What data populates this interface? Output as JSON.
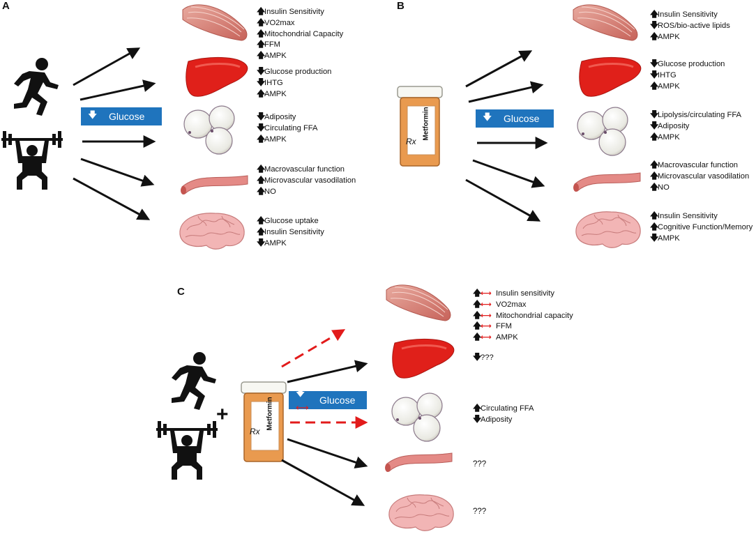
{
  "panels": {
    "A": {
      "letter": "A",
      "glucose": "Glucose",
      "organs": {
        "muscle": [
          "Insulin Sensitivity",
          "VO2max",
          "Mitochondrial Capacity",
          "FFM",
          "AMPK"
        ],
        "liver": [
          "Glucose production",
          "IHTG",
          "AMPK"
        ],
        "adipose": [
          "Adiposity",
          "Circulating FFA",
          "AMPK"
        ],
        "vessel": [
          "Macrovascular function",
          "Microvascular vasodilation",
          "NO"
        ],
        "brain": [
          "Glucose uptake",
          "Insulin Sensitivity",
          "AMPK"
        ]
      },
      "directions": {
        "muscle": [
          "up",
          "up",
          "up",
          "up",
          "up"
        ],
        "liver": [
          "down",
          "down",
          "up"
        ],
        "adipose": [
          "down",
          "down",
          "up"
        ],
        "vessel": [
          "up",
          "up",
          "up"
        ],
        "brain": [
          "up",
          "up",
          "down"
        ]
      }
    },
    "B": {
      "letter": "B",
      "glucose": "Glucose",
      "bottle_rx": "Rx",
      "bottle_label": "Metformin",
      "organs": {
        "muscle": [
          "Insulin Sensitivity",
          "ROS/bio-active lipids",
          "AMPK"
        ],
        "liver": [
          "Glucose production",
          "IHTG",
          "AMPK"
        ],
        "adipose": [
          "Lipolysis/circulating FFA",
          "Adiposity",
          "AMPK"
        ],
        "vessel": [
          "Macrovascular function",
          "Microvascular vasodilation",
          "NO"
        ],
        "brain": [
          "Insulin Sensitivity",
          "Cognitive Function/Memory",
          "AMPK"
        ]
      },
      "directions": {
        "muscle": [
          "up",
          "down",
          "up"
        ],
        "liver": [
          "down",
          "down",
          "up"
        ],
        "adipose": [
          "down",
          "down",
          "up"
        ],
        "vessel": [
          "up",
          "up",
          "up"
        ],
        "brain": [
          "up",
          "up",
          "down"
        ]
      }
    },
    "C": {
      "letter": "C",
      "glucose": "Glucose",
      "plus": "+",
      "bottle_rx": "Rx",
      "bottle_label": "Metformin",
      "organs": {
        "muscle": [
          "Insulin sensitivity",
          "VO2max",
          "Mitochondrial capacity",
          "FFM",
          "AMPK"
        ],
        "liver": [
          "???"
        ],
        "adipose": [
          "Circulating FFA",
          "Adiposity"
        ],
        "vessel_q": "???",
        "brain_q": "???"
      },
      "directions": {
        "liver": [
          "down"
        ],
        "adipose": [
          "up",
          "down"
        ]
      }
    }
  },
  "colors": {
    "glucose_box": "#1f74bd",
    "red_arrow": "#e21b1b",
    "muscle": "#d9847c",
    "liver": "#e0201a",
    "adipose": "#eeeeea",
    "vessel": "#e48a86",
    "brain": "#f2b5b5",
    "bottle": "#e99a4f"
  },
  "icons": {
    "up": "arrow-up-icon",
    "down": "arrow-down-icon",
    "both": "double-headed-red-arrow-icon"
  }
}
